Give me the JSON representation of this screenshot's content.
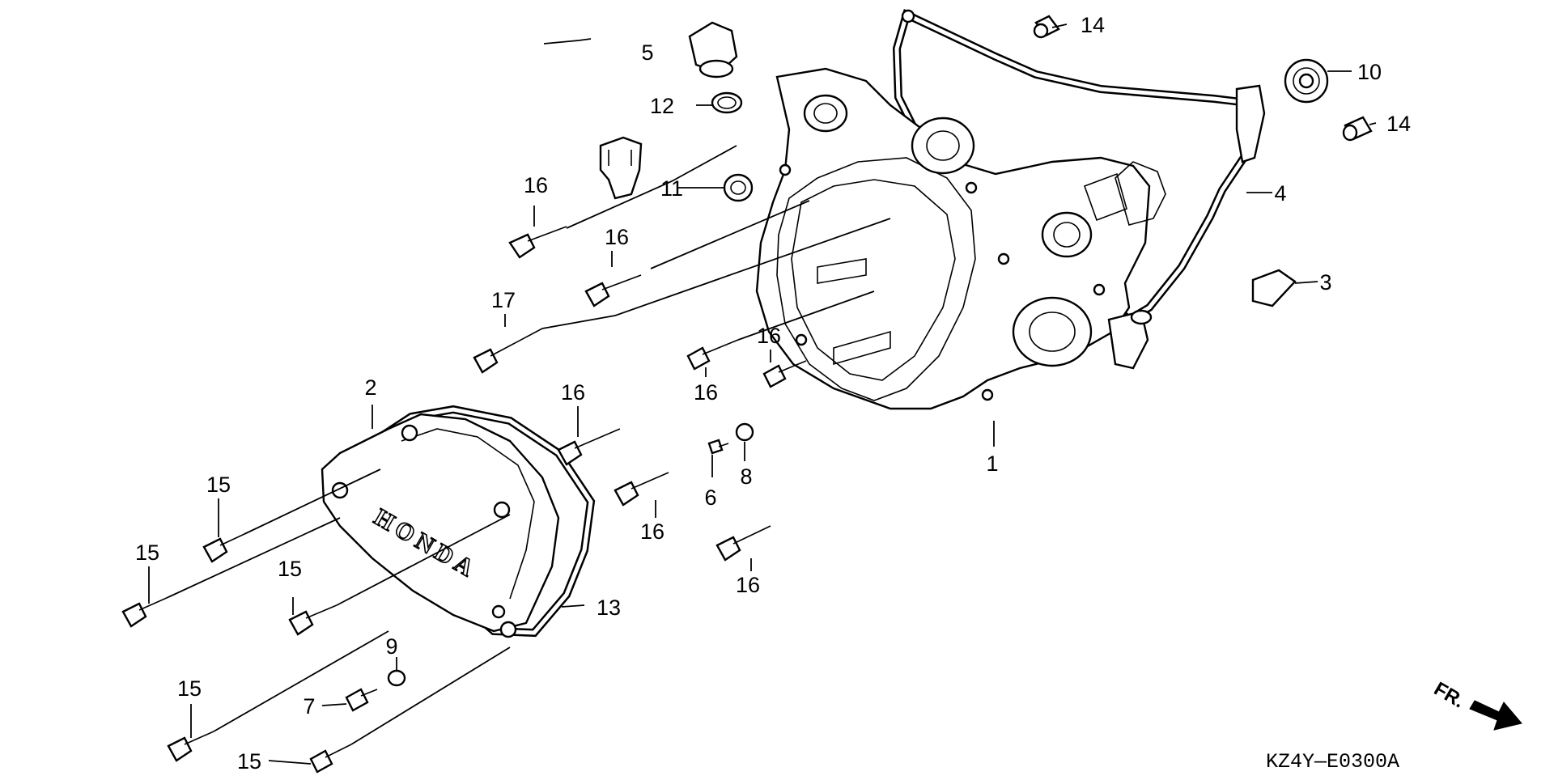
{
  "callouts": {
    "p1": "1",
    "p2": "2",
    "p3": "3",
    "p4": "4",
    "p5": "5",
    "p6": "6",
    "p7": "7",
    "p8": "8",
    "p9": "9",
    "p10": "10",
    "p11": "11",
    "p12": "12",
    "p13": "13",
    "p14a": "14",
    "p14b": "14",
    "p15a": "15",
    "p15b": "15",
    "p15c": "15",
    "p15d": "15",
    "p15e": "15",
    "p16a": "16",
    "p16b": "16",
    "p16c": "16",
    "p16d": "16",
    "p16e": "16",
    "p16f": "16",
    "p16g": "16",
    "p17": "17"
  },
  "cover_text": "HONDA",
  "front_indicator": "FR.",
  "diagram_code": "KZ4Y—E0300A"
}
